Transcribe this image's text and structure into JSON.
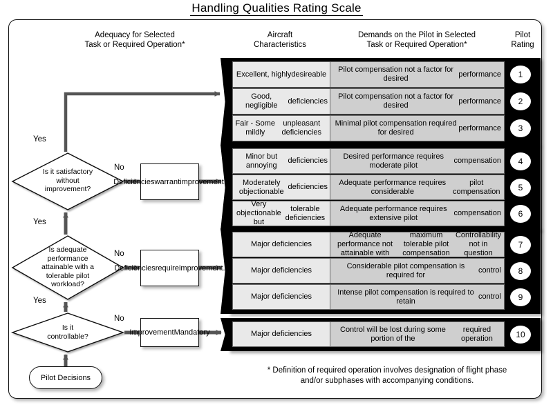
{
  "title": "Handling Qualities Rating Scale",
  "headers": {
    "adequacy": "Adequacy for Selected\nTask or Required  Operation*",
    "adequacy_l1": "Adequacy for Selected",
    "adequacy_l2": "Task or Required  Operation*",
    "aircraft_l1": "Aircraft",
    "aircraft_l2": "Characteristics",
    "demands_l1": "Demands on the Pilot in Selected",
    "demands_l2": "Task or Required Operation*",
    "rating_l1": "Pilot",
    "rating_l2": "Rating"
  },
  "groups": [
    {
      "id": "group-satisfactory",
      "rows": [
        {
          "aircraft": "Excellent, highly\ndesireable",
          "demands": "Pilot compensation not a factor for desired\nperformance",
          "rating": "1"
        },
        {
          "aircraft": "Good, negligible\ndeficiencies",
          "demands": "Pilot compensation not a factor for desired\nperformance",
          "rating": "2"
        },
        {
          "aircraft": "Fair - Some mildly\nunpleasant deficiencies",
          "demands": "Minimal pilot compensation required for desired\nperformance",
          "rating": "3"
        }
      ]
    },
    {
      "id": "group-deficiencies-warrant",
      "rows": [
        {
          "aircraft": "Minor but annoying\ndeficiencies",
          "demands": "Desired performance requires moderate pilot\ncompensation",
          "rating": "4"
        },
        {
          "aircraft": "Moderately objectionable\ndeficiencies",
          "demands": "Adequate performance requires considerable\npilot compensation",
          "rating": "5"
        },
        {
          "aircraft": "Very objectionable but\ntolerable deficiencies",
          "demands": "Adequate performance requires extensive pilot\ncompensation",
          "rating": "6"
        }
      ]
    },
    {
      "id": "group-deficiencies-require",
      "rows": [
        {
          "aircraft": "Major deficiencies",
          "demands": "Adequate performance not attainable with\nmaximum tolerable pilot compensation\nControllability not in question",
          "rating": "7"
        },
        {
          "aircraft": "Major deficiencies",
          "demands": "Considerable pilot compensation is required for\ncontrol",
          "rating": "8"
        },
        {
          "aircraft": "Major deficiencies",
          "demands": "Intense pilot compensation is required to retain\ncontrol",
          "rating": "9"
        }
      ]
    },
    {
      "id": "group-improvement-mandatory",
      "rows": [
        {
          "aircraft": "Major deficiencies",
          "demands": "Control will be lost during some portion of the\nrequired operation",
          "rating": "10"
        }
      ]
    }
  ],
  "decisions": [
    {
      "id": "decision-satisfactory",
      "text": "Is it satisfactory\nwithout\nimprovement?",
      "yes_label": "Yes",
      "no_label": "No"
    },
    {
      "id": "decision-adequate-performance",
      "text": "Is adequate\nperformance\nattainable with a\ntolerable pilot\nworkload?",
      "yes_label": "Yes",
      "no_label": "No"
    },
    {
      "id": "decision-controllable",
      "text": "Is it\ncontrollable?",
      "yes_label": "Yes",
      "no_label": "No"
    }
  ],
  "actions": [
    {
      "id": "action-deficiencies-warrant",
      "text": "Deficiencies\nwarrant\nimprovement."
    },
    {
      "id": "action-deficiencies-require",
      "text": "Deficiencies\nrequire\nimprovement."
    },
    {
      "id": "action-improvement-mandatory",
      "text": "Improvement\nMandatory"
    }
  ],
  "start": {
    "id": "pilot-decisions",
    "text": "Pilot Decisions"
  },
  "footnote_l1": "* Definition of required operation involves designation of flight phase",
  "footnote_l2": "and/or subphases with accompanying conditions.",
  "colors": {
    "frame_border": "#111111",
    "group_bar": "#000000",
    "cell_aircraft_bg": "#e9e9e9",
    "cell_demands_bg": "#cfcfcf",
    "cell_border": "#6a6a6a",
    "arrow": "#555555",
    "page_bg": "#ffffff"
  }
}
